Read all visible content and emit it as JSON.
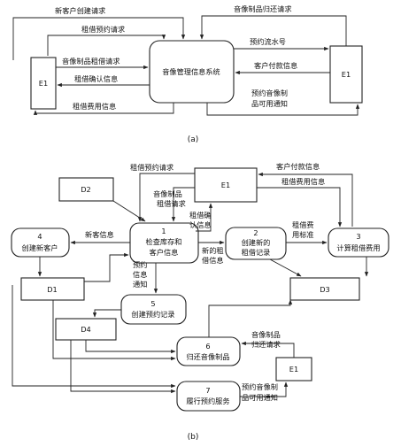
{
  "diagram_a": {
    "caption": "(a)",
    "left_entity": "E1",
    "right_entity": "E1",
    "center_process": "音像管理信息系统",
    "flows": {
      "new_customer_request": "新客户创建请求",
      "rental_reservation_request": "租借预约请求",
      "media_rental_request": "音像制品租借请求",
      "rental_confirmation": "租借确认信息",
      "rental_fee_info": "租借费用信息",
      "media_return_request": "音像制品归还请求",
      "reservation_serial": "预约流水号",
      "customer_payment": "客户付款信息",
      "reserved_available_1": "预约音像制",
      "reserved_available_2": "品可用通知"
    }
  },
  "diagram_b": {
    "caption": "(b)",
    "entity_top": "E1",
    "entity_bottom": "E1",
    "stores": {
      "d1": "D1",
      "d2": "D2",
      "d3": "D3",
      "d4": "D4"
    },
    "processes": {
      "p1": {
        "num": "1",
        "line1": "检查库存和",
        "line2": "客户信息"
      },
      "p2": {
        "num": "2",
        "line1": "创建新的",
        "line2": "租借记录"
      },
      "p3": {
        "num": "3",
        "line1": "计算租借费用"
      },
      "p4": {
        "num": "4",
        "line1": "创建新客户"
      },
      "p5": {
        "num": "5",
        "line1": "创建预约记录"
      },
      "p6": {
        "num": "6",
        "line1": "归还音像制品"
      },
      "p7": {
        "num": "7",
        "line1": "履行预约服务"
      }
    },
    "flows": {
      "rental_reservation_request": "租借预约请求",
      "customer_payment": "客户付款信息",
      "rental_fee_info": "租借费用信息",
      "media_rental_1": "音像制品",
      "media_rental_2": "租借请求",
      "rental_confirm_1": "租借确",
      "rental_confirm_2": "认信息",
      "new_customer_info": "新客信息",
      "new_rental_1": "新的租",
      "new_rental_2": "借信息",
      "fee_standard_1": "租借费",
      "fee_standard_2": "用标准",
      "reservation_notice_1": "预约",
      "reservation_notice_2": "信息",
      "reservation_notice_3": "通知",
      "media_return_1": "音像制品",
      "media_return_2": "归还请求",
      "reserved_available_1": "预约音像制",
      "reserved_available_2": "品可用通知"
    }
  }
}
